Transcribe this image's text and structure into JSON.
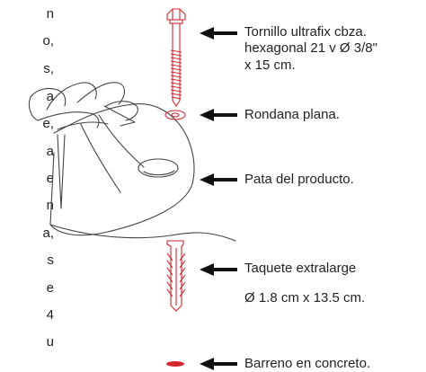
{
  "left_column_fragments": [
    "n",
    "o,",
    "s,",
    "a",
    "e,",
    "a",
    "e",
    "n",
    "a,",
    "s",
    "e",
    "4",
    "u"
  ],
  "callouts": {
    "screw": {
      "line1": "Tornillo ultrafix cbza.",
      "line2": "hexagonal 21 v Ø 3/8\"",
      "line3": "x 15 cm."
    },
    "washer": "Rondana plana.",
    "foot": "Pata del producto.",
    "anchor": {
      "line1": "Taquete extralarge",
      "line2": "Ø 1.8 cm x 13.5 cm."
    },
    "drill": "Barreno en concreto."
  },
  "colors": {
    "part_red": "#d6252e",
    "outline_gray": "#444444",
    "text": "#231f20",
    "arrow": "#111111"
  }
}
